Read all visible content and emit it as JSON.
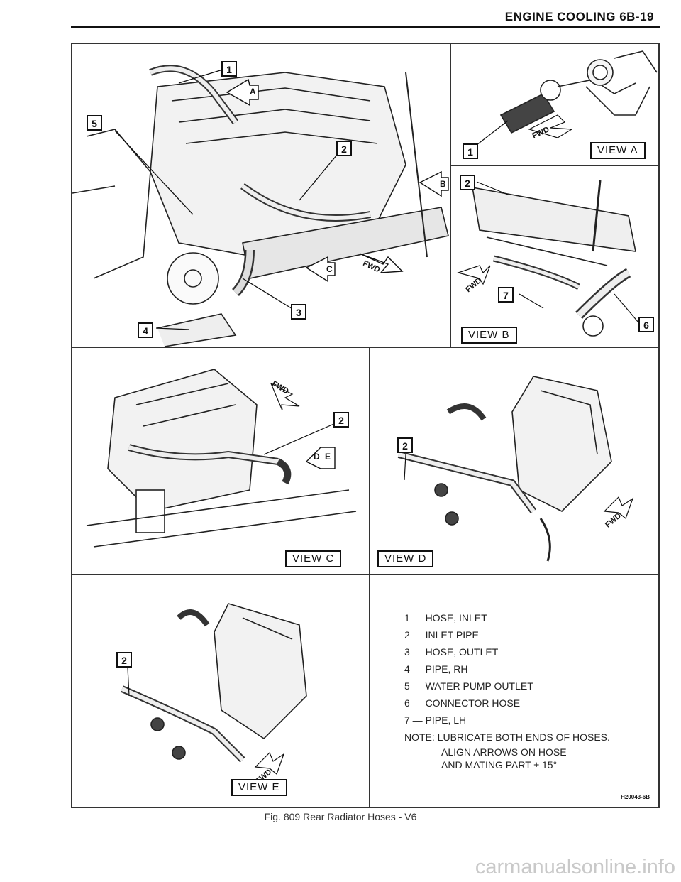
{
  "header": {
    "title": "ENGINE COOLING 6B-19"
  },
  "panels": {
    "main": {
      "callouts": [
        "1",
        "2",
        "3",
        "4",
        "5"
      ],
      "arrows": [
        "A",
        "B",
        "C"
      ]
    },
    "view_a": {
      "callouts": [
        "1"
      ],
      "fwd": "FWD",
      "label": "VIEW A"
    },
    "view_b": {
      "callouts": [
        "2",
        "7",
        "6"
      ],
      "fwd": "FWD",
      "label": "VIEW B"
    },
    "view_c": {
      "callouts": [
        "2"
      ],
      "arrows": [
        "D",
        "E"
      ],
      "fwd": "FWD",
      "label": "VIEW C"
    },
    "view_d": {
      "callouts": [
        "2"
      ],
      "fwd": "FWD",
      "label": "VIEW D"
    },
    "view_e": {
      "callouts": [
        "2"
      ],
      "fwd": "FWD",
      "label": "VIEW E"
    },
    "main_fwd": "FWD"
  },
  "legend": {
    "items": [
      "1 — HOSE, INLET",
      "2 — INLET PIPE",
      "3 — HOSE, OUTLET",
      "4 — PIPE, RH",
      "5 — WATER PUMP OUTLET",
      "6 — CONNECTOR HOSE",
      "7 — PIPE, LH"
    ],
    "note": [
      "NOTE:  LUBRICATE BOTH ENDS OF HOSES.",
      "ALIGN ARROWS ON HOSE",
      "AND MATING PART ± 15°"
    ]
  },
  "figure_code": "H20043-6B",
  "caption": "Fig. 809 Rear Radiator Hoses - V6",
  "watermark": "carmanualsonline.info"
}
